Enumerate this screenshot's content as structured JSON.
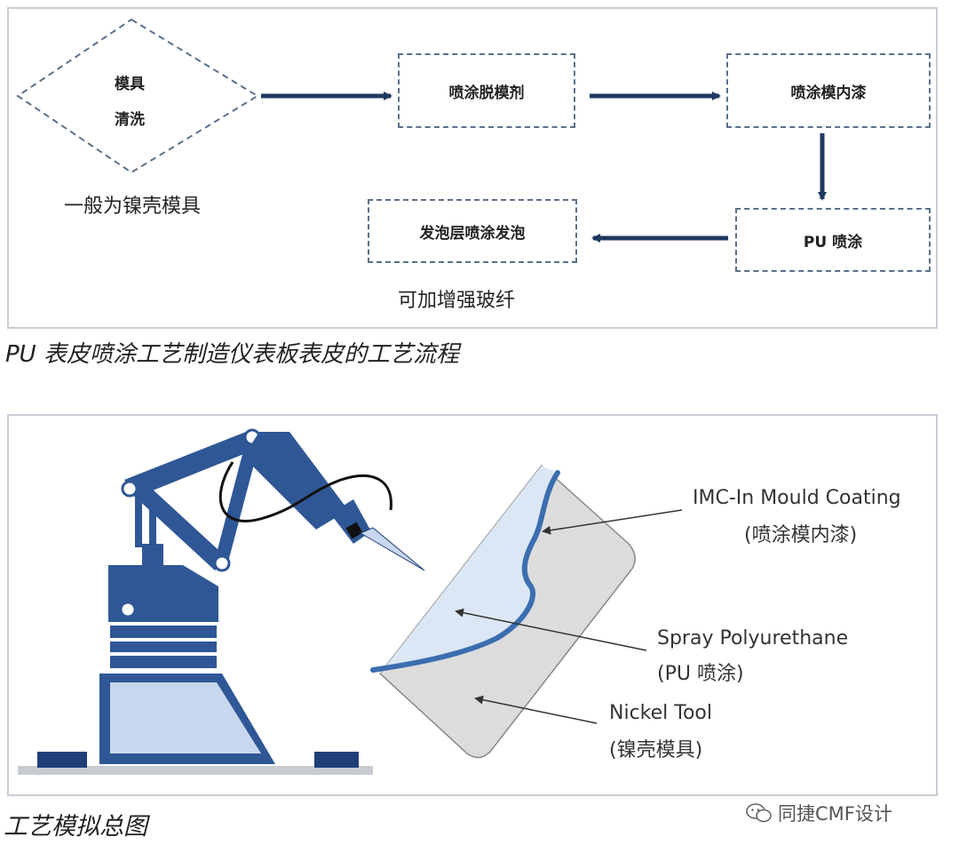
{
  "flow": {
    "diamond_line1": "模具",
    "diamond_line2": "清洗",
    "nickel_note": "一般为镍壳模具",
    "step_release": "喷涂脱模剂",
    "step_imc": "喷涂模内漆",
    "step_pu": "PU  喷涂",
    "step_foam": "发泡层喷涂发泡",
    "glass_note": "可加增强玻纤",
    "caption": "PU 表皮喷涂工艺制造仪表板表皮的工艺流程"
  },
  "simulation": {
    "label_imc_en": "IMC-In Mould Coating",
    "label_imc_cn": "(喷涂模内漆)",
    "label_spray_en": "Spray Polyurethane",
    "label_spray_cn": "(PU 喷涂)",
    "label_nickel_en": "Nickel Tool",
    "label_nickel_cn": "(镍壳模具)",
    "caption": "工艺模拟总图"
  },
  "watermark": {
    "icon": "wechat-icon",
    "text": "同捷CMF设计"
  },
  "colors": {
    "arrow": "#1f3a63",
    "robot": "#2f5796",
    "robot_dark": "#1f3f78",
    "robot_light": "#c9d7ee",
    "dashed_border": "#5b7089",
    "panel_border": "#c7cdd4",
    "imc_layer": "#3b6db0",
    "pu_layer": "#dbe7f4",
    "tool": "#dcdcdc"
  }
}
